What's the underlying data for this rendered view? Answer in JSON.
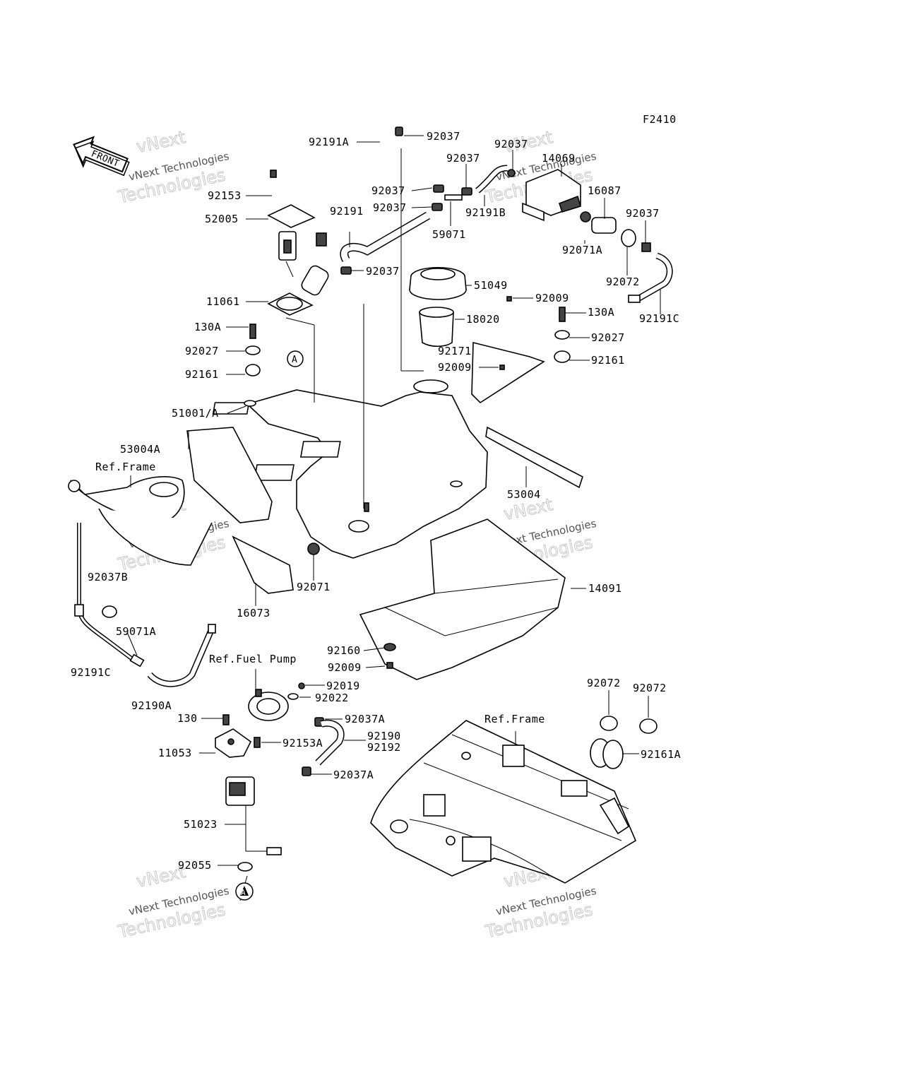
{
  "figure_code": "F2410",
  "front_label": "FRONT",
  "callout_marker": "A",
  "watermark": {
    "line1": "vNext Technologies",
    "line2": "vNext",
    "line3": "Technologies"
  },
  "refs": {
    "frame_left": "Ref.Frame",
    "fuel_pump": "Ref.Fuel Pump",
    "frame_bottom": "Ref.Frame"
  },
  "parts": {
    "p92191A": "92191A",
    "p92037_top": "92037",
    "p92037_b": "92037",
    "p92037_c": "92037",
    "p14069": "14069",
    "p92153": "92153",
    "p92037_d": "92037",
    "p92037_e": "92037",
    "p16087": "16087",
    "p52005": "52005",
    "p92191": "92191",
    "p59071": "59071",
    "p92191B": "92191B",
    "p92037_f": "92037",
    "p92071A": "92071A",
    "p92037_g": "92037",
    "p51049": "51049",
    "p92072": "92072",
    "p11061": "11061",
    "p92009_a": "92009",
    "p130A_r": "130A",
    "p92191C_r": "92191C",
    "p18020": "18020",
    "p130A_l": "130A",
    "p92027_r": "92027",
    "p92027_l": "92027",
    "p92171": "92171",
    "p92009_b": "92009",
    "p92161_r": "92161",
    "p92161_l": "92161",
    "p51001A": "51001/A",
    "p53004A": "53004A",
    "p53004": "53004",
    "p92071": "92071",
    "p14091": "14091",
    "p92037B": "92037B",
    "p16073": "16073",
    "p59071A": "59071A",
    "p92160": "92160",
    "p92191C_l": "92191C",
    "p92009_c": "92009",
    "p92019": "92019",
    "p92190A": "92190A",
    "p92022": "92022",
    "p92072_a": "92072",
    "p92072_b": "92072",
    "p130": "130",
    "p92037A_a": "92037A",
    "p92190": "92190",
    "p92192": "92192",
    "p92153A": "92153A",
    "p92161A": "92161A",
    "p11053": "11053",
    "p92037A_b": "92037A",
    "p51023": "51023",
    "p92055": "92055"
  }
}
